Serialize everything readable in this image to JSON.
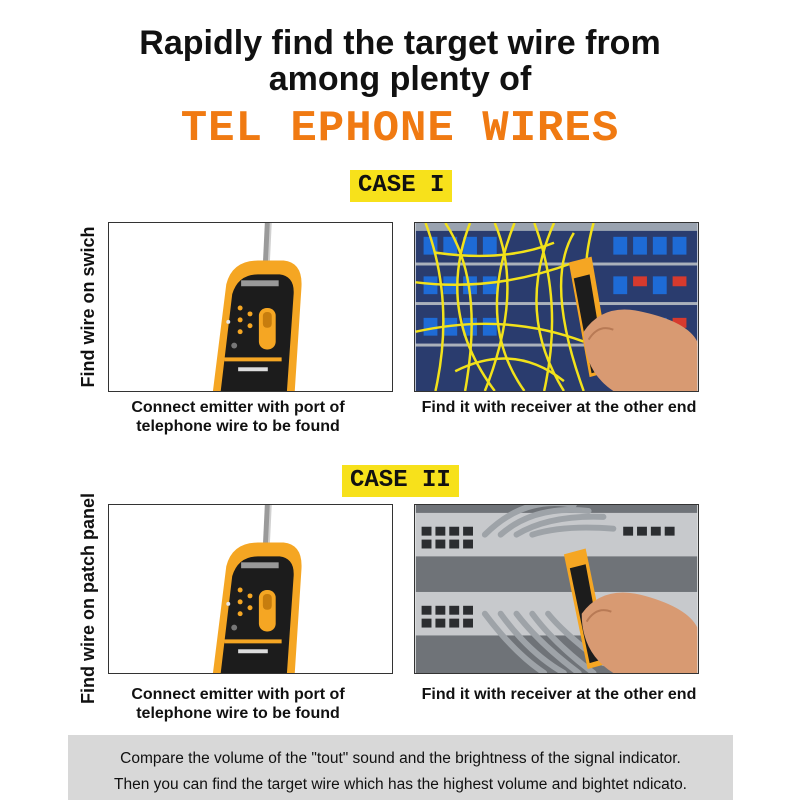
{
  "header": {
    "title_line1": "Rapidly find the target wire from",
    "title_line2": "among plenty of",
    "highlight": "TEL EPHONE WIRES"
  },
  "cases": [
    {
      "badge": "CASE I",
      "side_label": "Find wire on swich",
      "left_caption_line1": "Connect emitter with port of",
      "left_caption_line2": "telephone wire to be found",
      "right_caption": "Find it with receiver at the other end"
    },
    {
      "badge": "CASE II",
      "side_label": "Find wire on patch panel",
      "left_caption_line1": "Connect emitter with port of",
      "left_caption_line2": "telephone wire to be found",
      "right_caption": "Find it with receiver at the other end"
    }
  ],
  "footer": {
    "line1": "Compare the volume of the \"tout\" sound and the brightness of the signal indicator.",
    "line2": "Then you can find the target wire which has the highest volume and bightet ndicato."
  },
  "colors": {
    "headline": "#f07a12",
    "badge": "#f7e11b",
    "device_body": "#f5a623",
    "device_face": "#1a1a1a",
    "footer_bg": "#d8d8d8"
  }
}
